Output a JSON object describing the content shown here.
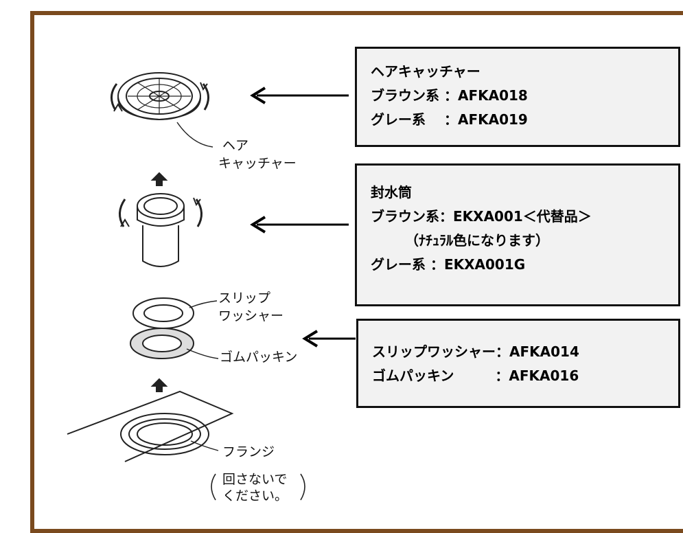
{
  "diagram_labels": {
    "hair_catcher": [
      "ヘア",
      "キャッチャー"
    ],
    "slip_washer": [
      "スリップ",
      "ワッシャー"
    ],
    "rubber_packing": "ゴムパッキン",
    "flange": "フランジ",
    "note": [
      "回さないで",
      "ください。"
    ]
  },
  "boxes": {
    "hair_catcher": {
      "title": "ヘアキャッチャー",
      "line1": " ブラウン系 ：AFKA018",
      "line2": " グレー系 　：AFKA019"
    },
    "seal_cylinder": {
      "title": "封水筒",
      "line1": " ブラウン系：EKXA001＜代替品＞",
      "line2": "　　　（ﾅﾁｭﾗﾙ色になります）",
      "line3": " グレー系 ：EKXA001G"
    },
    "washer_packing": {
      "line1": "スリップワッシャー：AFKA014",
      "line2": "ゴムパッキン　　　：AFKA016"
    }
  },
  "colors": {
    "frame": "#7a4a1e",
    "box_bg": "#f2f2f2",
    "ink": "#111111"
  }
}
